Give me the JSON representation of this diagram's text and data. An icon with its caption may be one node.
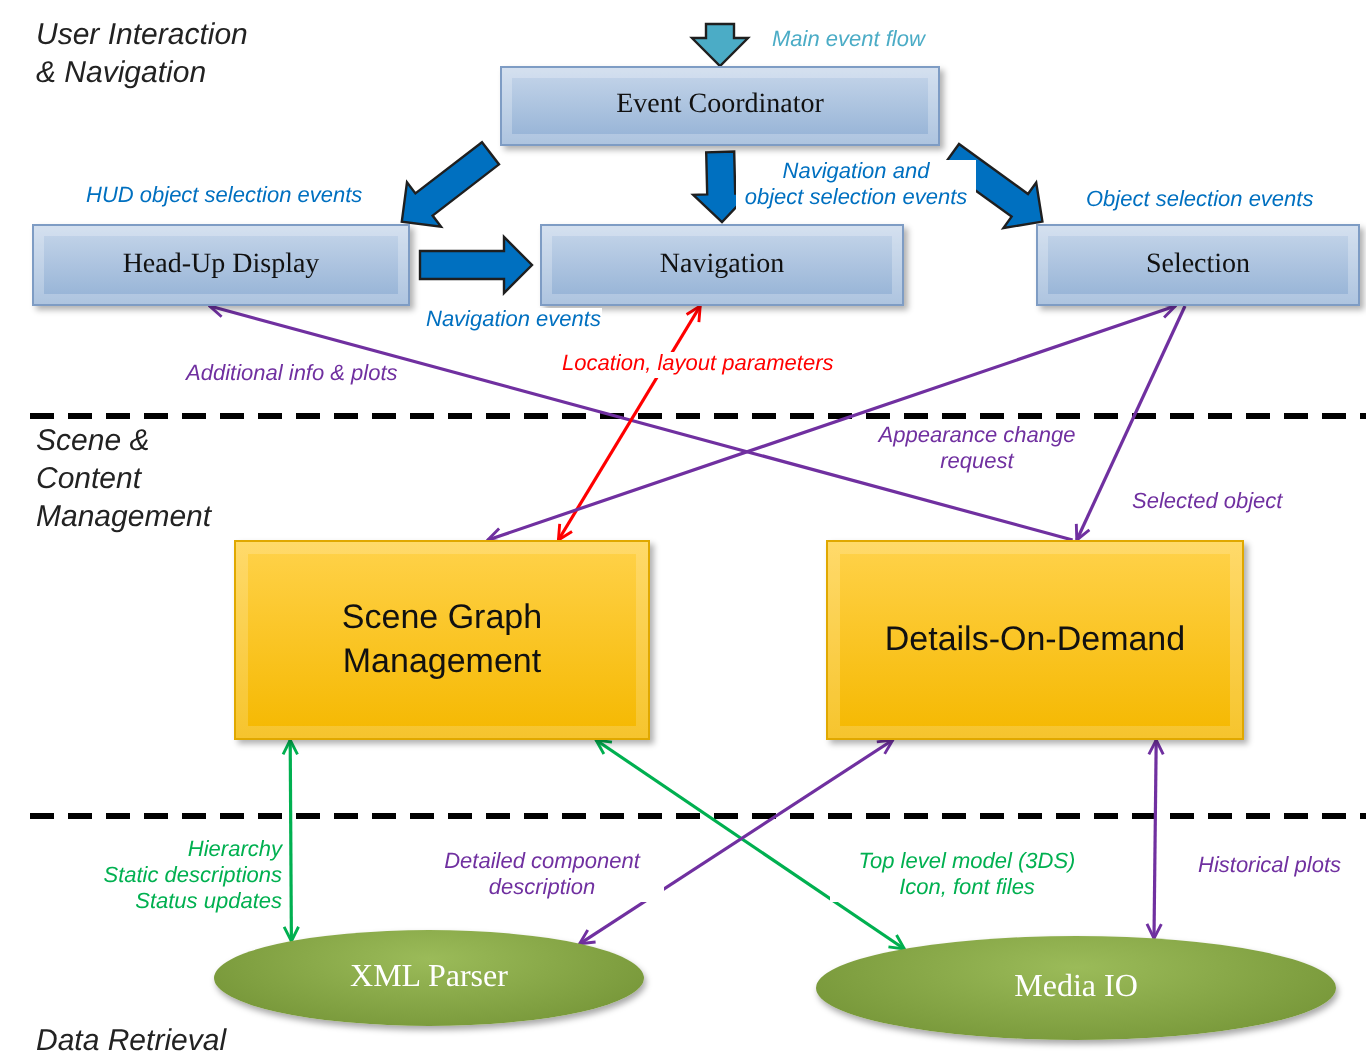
{
  "diagram": {
    "nodes": [
      {
        "text": [
          "Event Coordinator"
        ]
      },
      {
        "text": [
          "Head-Up Display"
        ]
      },
      {
        "text": [
          "Navigation"
        ]
      },
      {
        "text": [
          "Selection"
        ]
      },
      {
        "text": [
          "Scene Graph Management"
        ]
      },
      {
        "text": [
          "Details-On-Demand"
        ]
      },
      {
        "text": [
          "XML Parser"
        ]
      },
      {
        "text": [
          "Media IO"
        ]
      }
    ],
    "edges": [
      {
        "from": null,
        "to": 0,
        "arrow": "to",
        "label": "Main event flow",
        "style": "thick",
        "color": "#4bacc6"
      },
      {
        "from": 0,
        "to": 1,
        "arrow": "to",
        "label": "HUD object selection events",
        "style": "thick",
        "color": "#0070c0"
      },
      {
        "from": 0,
        "to": 2,
        "arrow": "to",
        "label": "Navigation and object selection events",
        "style": "thick",
        "color": "#0070c0"
      },
      {
        "from": 0,
        "to": 3,
        "arrow": "to",
        "label": "Object selection events",
        "style": "thick",
        "color": "#0070c0"
      },
      {
        "from": 1,
        "to": 2,
        "arrow": "to",
        "label": "Navigation events",
        "style": "thick",
        "color": "#0070c0"
      },
      {
        "from": 5,
        "to": 1,
        "arrow": "to",
        "label": "Additional info & plots"
      },
      {
        "from": 2,
        "to": 4,
        "arrow": "both",
        "label": "Location, layout parameters",
        "color": "#ff0000"
      },
      {
        "from": 4,
        "to": 3,
        "arrow": "both",
        "label": "Appearance change request"
      },
      {
        "from": 3,
        "to": 5,
        "arrow": "to",
        "label": "Selected object"
      },
      {
        "from": 4,
        "to": 6,
        "arrow": "both",
        "label": "Hierarchy Static descriptions Status updates",
        "color": "#00b050"
      },
      {
        "from": 4,
        "to": 7,
        "arrow": "both",
        "label": "Top level model (3DS) Icon, font files",
        "color": "#00b050"
      },
      {
        "from": 5,
        "to": 6,
        "arrow": "both",
        "label": "Detailed component description"
      },
      {
        "from": 5,
        "to": 7,
        "arrow": "both",
        "label": "Historical plots"
      }
    ],
    "labels": [
      "User Interaction & Navigation",
      "Scene & Content Management",
      "Data Retrieval"
    ]
  }
}
